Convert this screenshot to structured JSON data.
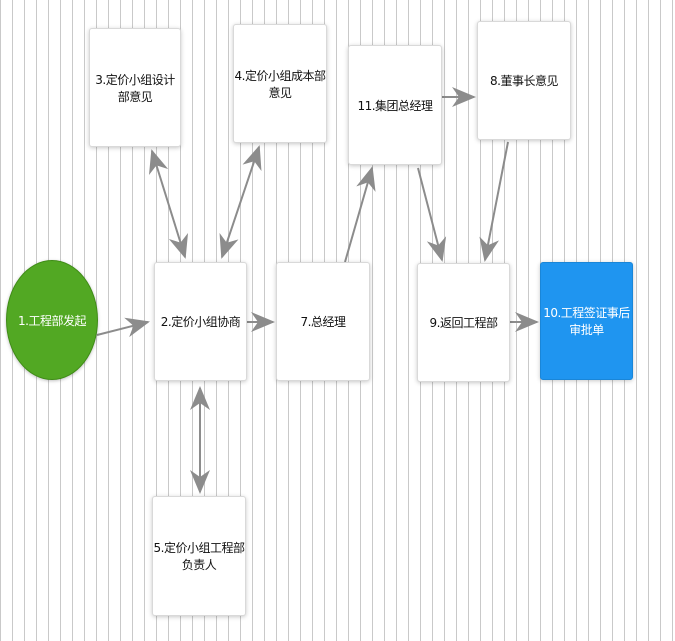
{
  "diagram": {
    "nodes": {
      "n1": "1.工程部发起",
      "n2": "2.定价小组协商",
      "n3": "3.定价小组设计部意见",
      "n4": "4.定价小组成本部意见",
      "n5": "5.定价小组工程部负责人",
      "n7": "7.总经理",
      "n8": "8.董事长意见",
      "n9": "9.返回工程部",
      "n10": "10.工程签证事后审批单",
      "n11": "11.集团总经理"
    },
    "edges": [
      {
        "from": "1.工程部发起",
        "to": "2.定价小组协商",
        "direction": "one-way"
      },
      {
        "from": "2.定价小组协商",
        "to": "3.定价小组设计部意见",
        "direction": "two-way"
      },
      {
        "from": "2.定价小组协商",
        "to": "4.定价小组成本部意见",
        "direction": "two-way"
      },
      {
        "from": "2.定价小组协商",
        "to": "5.定价小组工程部负责人",
        "direction": "two-way"
      },
      {
        "from": "2.定价小组协商",
        "to": "7.总经理",
        "direction": "one-way"
      },
      {
        "from": "7.总经理",
        "to": "11.集团总经理",
        "direction": "one-way"
      },
      {
        "from": "11.集团总经理",
        "to": "8.董事长意见",
        "direction": "one-way"
      },
      {
        "from": "11.集团总经理",
        "to": "9.返回工程部",
        "direction": "one-way"
      },
      {
        "from": "8.董事长意见",
        "to": "9.返回工程部",
        "direction": "one-way"
      },
      {
        "from": "9.返回工程部",
        "to": "10.工程签证事后审批单",
        "direction": "one-way"
      }
    ],
    "colors": {
      "start_fill": "#52a823",
      "end_fill": "#1f95f0",
      "connector": "#8c8c8c",
      "grid": "#c9c9c9"
    }
  }
}
